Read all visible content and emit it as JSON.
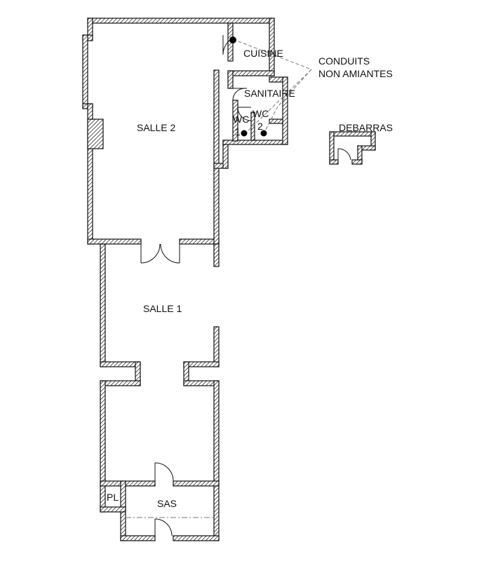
{
  "rooms": {
    "salle2": "SALLE 2",
    "salle1": "SALLE 1",
    "cuisine": "CUISINE",
    "sanitaire": "SANITAIRE",
    "wc1_line1": "WC",
    "wc1_line2": "1",
    "wc2_line1": "WC",
    "wc2_line2": "2",
    "debarras": "DEBARRAS",
    "sas": "SAS",
    "pl": "PL"
  },
  "annotation": {
    "line1": "CONDUITS",
    "line2": "NON AMIANTES"
  },
  "colors": {
    "ink": "#111111",
    "marker": "#000000",
    "background": "#ffffff"
  }
}
